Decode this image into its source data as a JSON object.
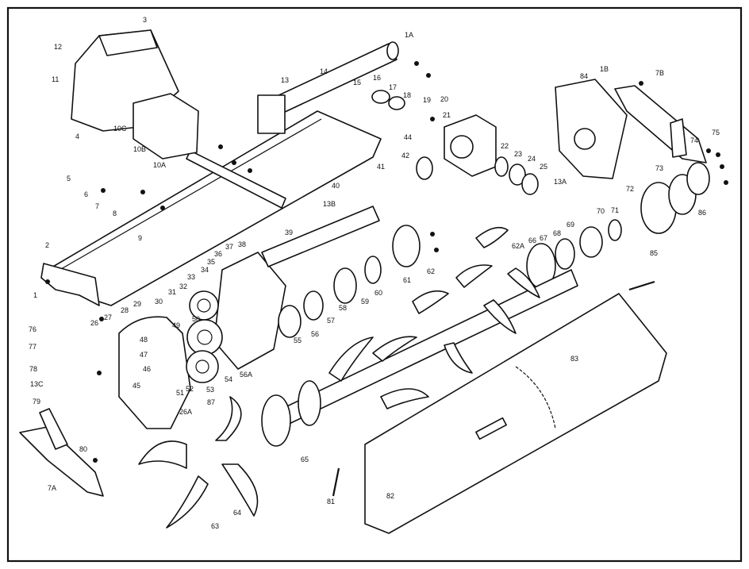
{
  "diagram": {
    "type": "exploded-parts-diagram",
    "labels": [
      "1",
      "1A",
      "1B",
      "2",
      "3",
      "4",
      "5",
      "6",
      "7",
      "7A",
      "7B",
      "8",
      "9",
      "10A",
      "10B",
      "10C",
      "11",
      "12",
      "13",
      "13A",
      "13B",
      "13C",
      "14",
      "15",
      "16",
      "17",
      "18",
      "19",
      "20",
      "21",
      "22",
      "23",
      "24",
      "25",
      "26",
      "26A",
      "27",
      "28",
      "29",
      "30",
      "31",
      "32",
      "33",
      "34",
      "35",
      "36",
      "37",
      "38",
      "39",
      "40",
      "41",
      "42",
      "44",
      "45",
      "46",
      "47",
      "48",
      "49",
      "50",
      "51",
      "52",
      "53",
      "54",
      "55",
      "56",
      "56A",
      "57",
      "58",
      "59",
      "60",
      "61",
      "62",
      "62A",
      "63",
      "64",
      "65",
      "66",
      "67",
      "68",
      "69",
      "70",
      "71",
      "72",
      "73",
      "74",
      "75",
      "76",
      "77",
      "78",
      "79",
      "80",
      "81",
      "82",
      "83",
      "84",
      "85",
      "86",
      "87"
    ]
  }
}
